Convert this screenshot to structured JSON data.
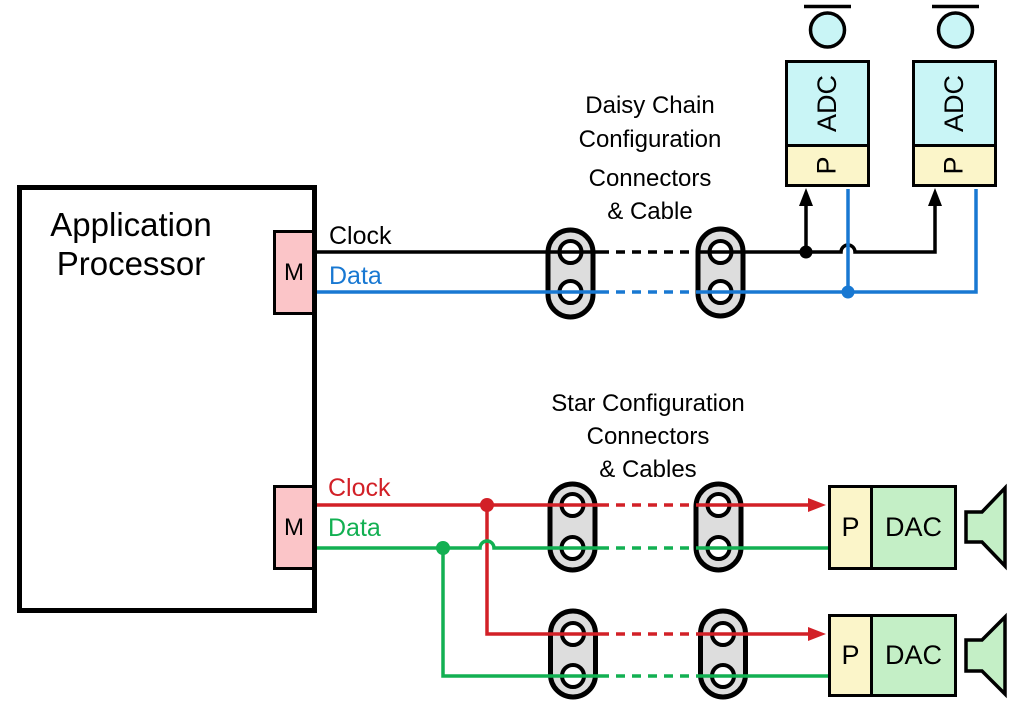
{
  "processor": {
    "label": "Application Processor",
    "port": "M"
  },
  "daisy": {
    "heading": [
      "Daisy Chain",
      "Configuration"
    ],
    "subheading": [
      "Connectors",
      "& Cable"
    ],
    "clock": "Clock",
    "data": "Data",
    "devices": [
      {
        "chip": "ADC",
        "port": "P"
      },
      {
        "chip": "ADC",
        "port": "P"
      }
    ]
  },
  "star": {
    "heading": [
      "Star Configuration"
    ],
    "subheading": [
      "Connectors",
      "& Cables"
    ],
    "clock": "Clock",
    "data": "Data",
    "devices": [
      {
        "chip": "DAC",
        "port": "P"
      },
      {
        "chip": "DAC",
        "port": "P"
      }
    ]
  },
  "colors": {
    "daisy_clock": "#000000",
    "daisy_data": "#1878D2",
    "star_clock": "#D22027",
    "star_data": "#12B052",
    "master_port_fill": "#FBC5C8",
    "adc_fill": "#C9F5F6",
    "peripheral_port_fill": "#FBF5C9",
    "dac_fill": "#C4EFC6",
    "connector_fill": "#DDDDDD"
  }
}
